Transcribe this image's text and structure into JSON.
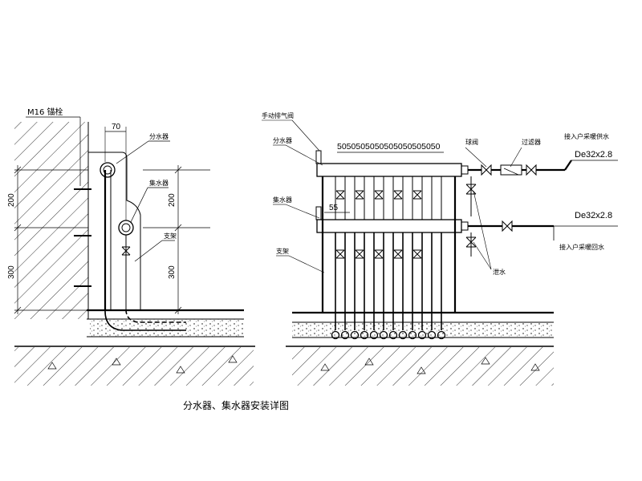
{
  "left_view": {
    "anchor_label": "M16 锚栓",
    "dim_width": "70",
    "supply_label": "分水器",
    "return_label": "集水器",
    "bracket_label": "支架",
    "dim_left_upper": "200",
    "dim_left_lower": "300",
    "dim_right_upper": "200",
    "dim_right_lower": "300"
  },
  "right_view": {
    "air_vent_label": "手动排气阀",
    "supply_label": "分水器",
    "return_label": "集水器",
    "bracket_label": "支架",
    "spacing_text": "5050505050505050505050",
    "gap_text": "55",
    "ball_valve_label": "球阀",
    "filter_label": "过滤器",
    "pipe_spec_supply": "De32x2.8",
    "pipe_spec_return": "De32x2.8",
    "supply_connect_label": "接入户采暖供水",
    "return_connect_label": "接入户采暖回水",
    "drain_label": "泄水"
  },
  "caption": "分水器、集水器安装详图"
}
